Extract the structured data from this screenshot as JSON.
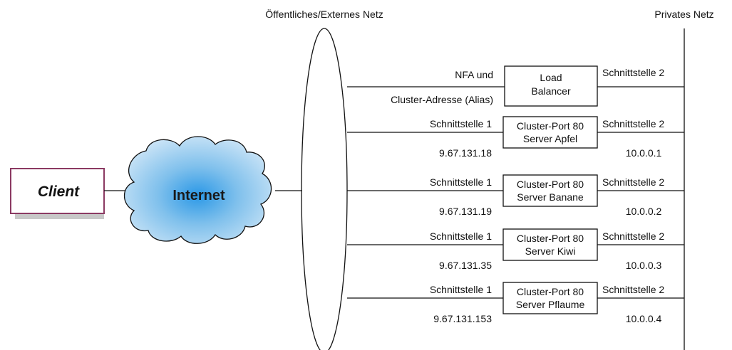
{
  "headers": {
    "public_network": "Öffentliches/Externes Netz",
    "private_network": "Privates Netz"
  },
  "client": {
    "label": "Client",
    "border_color": "#8b3a62"
  },
  "internet": {
    "label": "Internet",
    "cloud_color": "#3aa0e0"
  },
  "load_balancer": {
    "line1": "Load",
    "line2": "Balancer",
    "left_top": "NFA und",
    "left_bottom": "Cluster-Adresse (Alias)",
    "right_top": "Schnittstelle 2"
  },
  "servers": [
    {
      "line1": "Cluster-Port 80",
      "line2": "Server Apfel",
      "left_top": "Schnittstelle 1",
      "left_bottom": "9.67.131.18",
      "right_top": "Schnittstelle 2",
      "right_bottom": "10.0.0.1"
    },
    {
      "line1": "Cluster-Port 80",
      "line2": "Server Banane",
      "left_top": "Schnittstelle 1",
      "left_bottom": "9.67.131.19",
      "right_top": "Schnittstelle 2",
      "right_bottom": "10.0.0.2"
    },
    {
      "line1": "Cluster-Port 80",
      "line2": "Server Kiwi",
      "left_top": "Schnittstelle 1",
      "left_bottom": "9.67.131.35",
      "right_top": "Schnittstelle 2",
      "right_bottom": "10.0.0.3"
    },
    {
      "line1": "Cluster-Port 80",
      "line2": "Server Pflaume",
      "left_top": "Schnittstelle 1",
      "left_bottom": "9.67.131.153",
      "right_top": "Schnittstelle 2",
      "right_bottom": "10.0.0.4"
    }
  ]
}
